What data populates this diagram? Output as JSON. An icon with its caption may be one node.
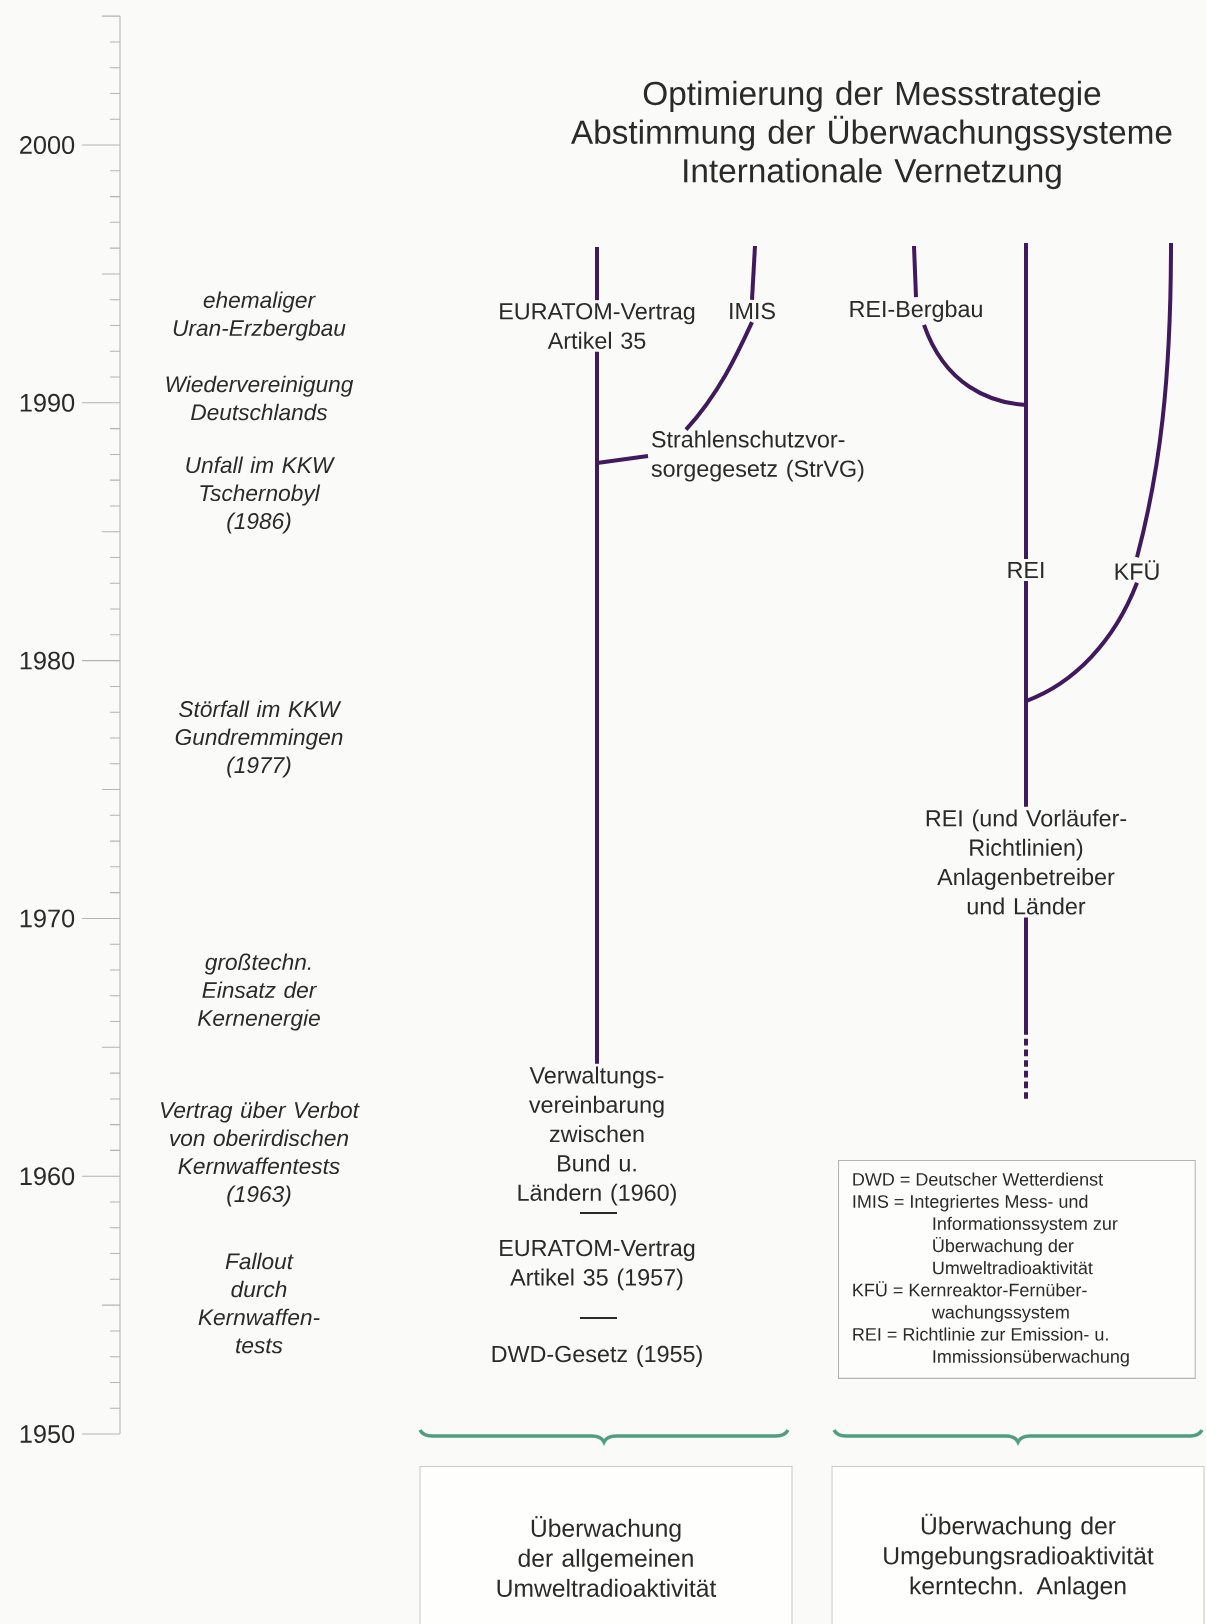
{
  "diagram": {
    "title": "Optimierung der Messstrategie Abstimmung der Überwachungssysteme Internationale Vernetzung",
    "nodes": [
      {
        "text": [
          "EURATOM-Vertrag Artikel 35"
        ]
      },
      {
        "text": [
          "IMIS"
        ]
      },
      {
        "text": [
          "REI-Bergbau"
        ]
      },
      {
        "text": [
          "Strahlenschutzvor- sorgegesetz (StrVG)"
        ]
      },
      {
        "text": [
          "REI"
        ]
      },
      {
        "text": [
          "KFÜ"
        ]
      },
      {
        "text": [
          "REI (und Vorläufer- Richtlinien) Anlagenbetreiber und Länder"
        ]
      },
      {
        "text": [
          "Verwaltungs- vereinbarung zwischen Bund u. Ländern (1960)"
        ]
      },
      {
        "text": [
          "EURATOM-Vertrag Artikel 35 (1957)"
        ]
      },
      {
        "text": [
          "DWD-Gesetz (1955)"
        ]
      },
      {
        "text": [
          "DWD = Deutscher Wetterdienst",
          "IMIS = Integriertes Mess- und Informationssystem zur Überwachung der Umweltradioaktivität",
          "KFÜ = Kernreaktor-Fernüber- wachungssystem",
          "REI = Richtlinie zur Emission- u. Immissionsüberwachung"
        ]
      },
      {
        "text": [
          "Überwachung der allgemeinen Umweltradioaktivität"
        ]
      },
      {
        "text": [
          "Überwachung der Umgebungsradioaktivität kerntechn. Anlagen"
        ]
      }
    ],
    "edges": [
      {
        "from": 0,
        "to": null,
        "arrow": "none"
      },
      {
        "from": 7,
        "to": 0,
        "arrow": "none"
      },
      {
        "from": 7,
        "to": 3,
        "arrow": "none"
      },
      {
        "from": 3,
        "to": 1,
        "arrow": "none"
      },
      {
        "from": 1,
        "to": null,
        "arrow": "none"
      },
      {
        "from": 2,
        "to": null,
        "arrow": "none"
      },
      {
        "from": 2,
        "to": 4,
        "arrow": "none"
      },
      {
        "from": 4,
        "to": null,
        "arrow": "none"
      },
      {
        "from": 6,
        "to": 4,
        "arrow": "none"
      },
      {
        "from": 6,
        "to": 5,
        "arrow": "none"
      },
      {
        "from": 5,
        "to": null,
        "arrow": "none"
      },
      {
        "from": 6,
        "to": null,
        "arrow": "none",
        "style": "dashed"
      }
    ],
    "labels": [
      "2000",
      "ehemaliger Uran-Erzbergbau",
      "1990",
      "Wiedervereinigung Deutschlands",
      "Unfall im KKW Tschernobyl (1986)",
      "1980",
      "Störfall im KKW Gundremmingen (1977)",
      "1970",
      "großtechn. Einsatz der Kernenergie",
      "Vertrag über Verbot von oberirdischen Kernwaffentests (1963)",
      "1960",
      "Fallout durch Kernwaffen- tests",
      "1950"
    ]
  }
}
